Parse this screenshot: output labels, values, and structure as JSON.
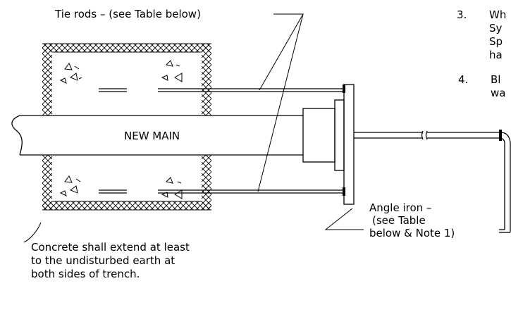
{
  "labels": {
    "tie_rods": "Tie rods – (see Table below)",
    "main": "NEW MAIN",
    "angle_iron_1": "Angle iron –",
    "angle_iron_2": "(see Table",
    "angle_iron_3": "below & Note 1)",
    "concrete_1": "Concrete shall extend at least",
    "concrete_2": "to the undisturbed earth at",
    "concrete_3": "both sides of trench."
  },
  "notes": [
    {
      "number": "3.",
      "lines": [
        "Wh",
        "Sy",
        "Sp",
        "ha"
      ]
    },
    {
      "number": "4.",
      "lines": [
        "Bl",
        "wa"
      ]
    }
  ]
}
